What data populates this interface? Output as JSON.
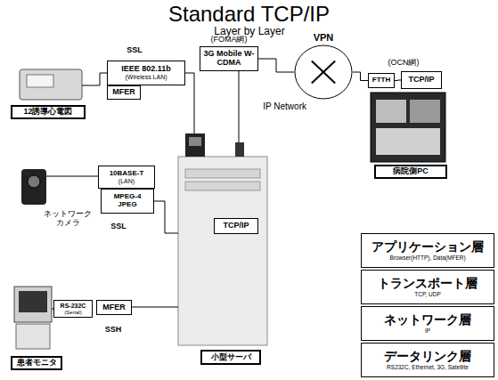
{
  "diagram": {
    "title": "Standard TCP/IP",
    "nodes": [
      {
        "text": [
          "IEEE 802.11b",
          "(Wireless LAN)"
        ]
      },
      {
        "text": [
          "MFER"
        ]
      },
      {
        "text": [
          "12誘導心電図"
        ]
      },
      {
        "text": [
          "3G Mobile W-CDMA"
        ]
      },
      {
        "text": [
          "VPN",
          "IP Network"
        ]
      },
      {
        "text": [
          "FTTH"
        ]
      },
      {
        "text": [
          "TCP/IP"
        ]
      },
      {
        "text": [
          "病院側PC"
        ]
      },
      {
        "text": [
          "10BASE-T",
          "(LAN)"
        ]
      },
      {
        "text": [
          "MPEG-4 JPEG"
        ]
      },
      {
        "text": [
          "TCP/IP"
        ]
      },
      {
        "text": [
          "RS-232C",
          "(Serial)"
        ]
      },
      {
        "text": [
          "MFER"
        ]
      },
      {
        "text": [
          "患者モニタ"
        ]
      },
      {
        "text": [
          "小型サーバ"
        ]
      },
      {
        "text": [
          "アプリケーション層",
          "Browser(HTTP), Data(MFER)"
        ]
      },
      {
        "text": [
          "トランスポート層",
          "TCP, UDP"
        ]
      },
      {
        "text": [
          "ネットワーク層",
          "IP"
        ]
      },
      {
        "text": [
          "データリンク層",
          "RS232C, Ethernet, 3G, Satellite"
        ]
      }
    ],
    "edges": [
      {
        "from": 3,
        "to": 4,
        "arrow": "none"
      },
      {
        "from": 4,
        "to": 5,
        "arrow": "none"
      },
      {
        "from": 5,
        "to": 6,
        "arrow": "none"
      }
    ],
    "labels": [
      "Layer by Layer",
      "SSL",
      "(FOMA網)",
      "(OCN網)",
      "ネットワーク カメラ",
      "SSL",
      "SSH"
    ]
  }
}
